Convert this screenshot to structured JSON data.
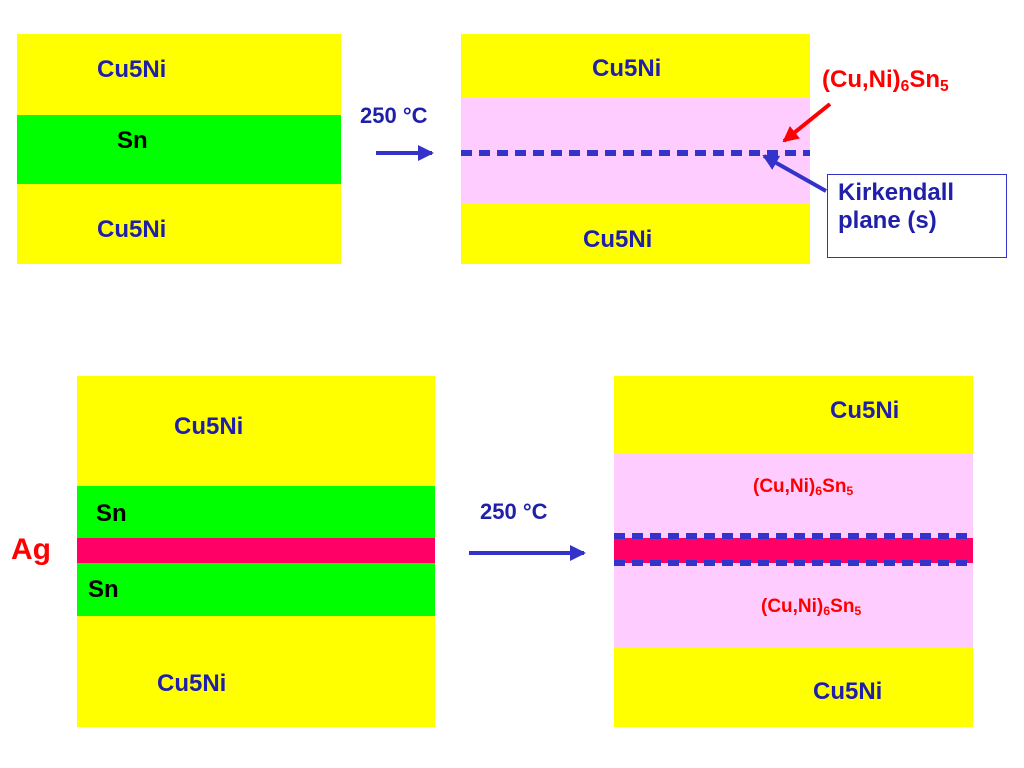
{
  "top_left": {
    "top_label": "Cu5Ni",
    "middle_label": "Sn",
    "bottom_label": "Cu5Ni"
  },
  "top_arrow": {
    "temp": "250 °C"
  },
  "top_right": {
    "top_label": "Cu5Ni",
    "bottom_label": "Cu5Ni",
    "imc_label": {
      "prefix": "(Cu,Ni)",
      "sub1": "6",
      "mid": "Sn",
      "sub2": "5"
    },
    "kirkendall_line1": "Kirkendall",
    "kirkendall_line2": "plane (s)"
  },
  "bottom_left": {
    "top_label": "Cu5Ni",
    "sn1_label": "Sn",
    "sn2_label": "Sn",
    "bottom_label": "Cu5Ni",
    "ag_label": "Ag"
  },
  "bottom_arrow": {
    "temp": "250 °C"
  },
  "bottom_right": {
    "top_label": "Cu5Ni",
    "imc_upper": {
      "prefix": "(Cu,Ni)",
      "sub1": "6",
      "mid": "Sn",
      "sub2": "5"
    },
    "imc_lower": {
      "prefix": "(Cu,Ni)",
      "sub1": "6",
      "mid": "Sn",
      "sub2": "5"
    },
    "bottom_label": "Cu5Ni"
  },
  "colors": {
    "cu5ni": "#ffff00",
    "sn": "#00ff00",
    "imc": "#ffccff",
    "ag": "#ff0066",
    "label_blue": "#1f1faa",
    "label_red": "#ff0000",
    "arrow_blue": "#3333cc"
  }
}
